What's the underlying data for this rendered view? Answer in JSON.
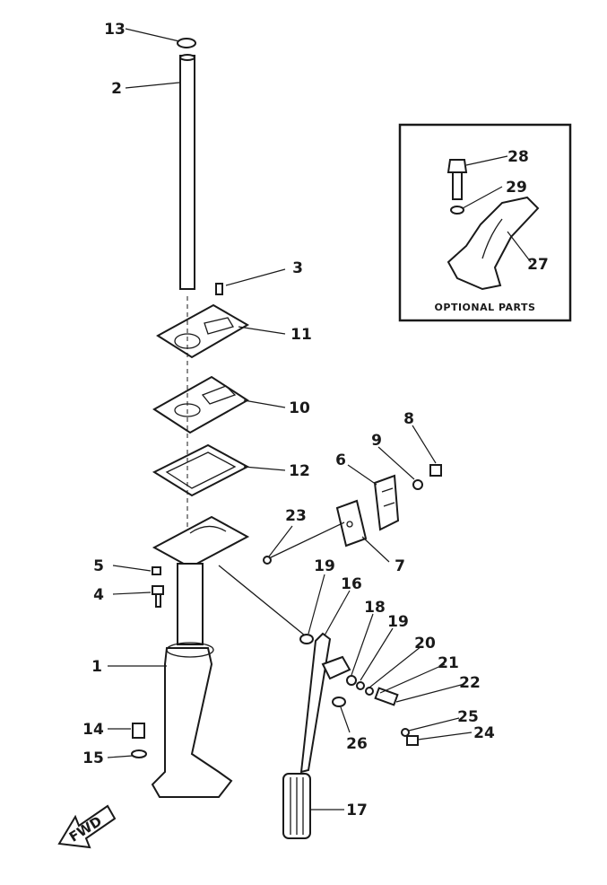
{
  "diagram": {
    "callouts": {
      "c1": "1",
      "c2": "2",
      "c3": "3",
      "c4": "4",
      "c5": "5",
      "c6": "6",
      "c7": "7",
      "c8": "8",
      "c9": "9",
      "c10": "10",
      "c11": "11",
      "c12": "12",
      "c13": "13",
      "c14": "14",
      "c15": "15",
      "c16": "16",
      "c17": "17",
      "c18": "18",
      "c19a": "19",
      "c19b": "19",
      "c20": "20",
      "c21": "21",
      "c22": "22",
      "c23": "23",
      "c24": "24",
      "c25": "25",
      "c26": "26",
      "c27": "27",
      "c28": "28",
      "c29": "29"
    },
    "optional_box_label": "OPTIONAL PARTS",
    "direction_label": "FWD"
  }
}
